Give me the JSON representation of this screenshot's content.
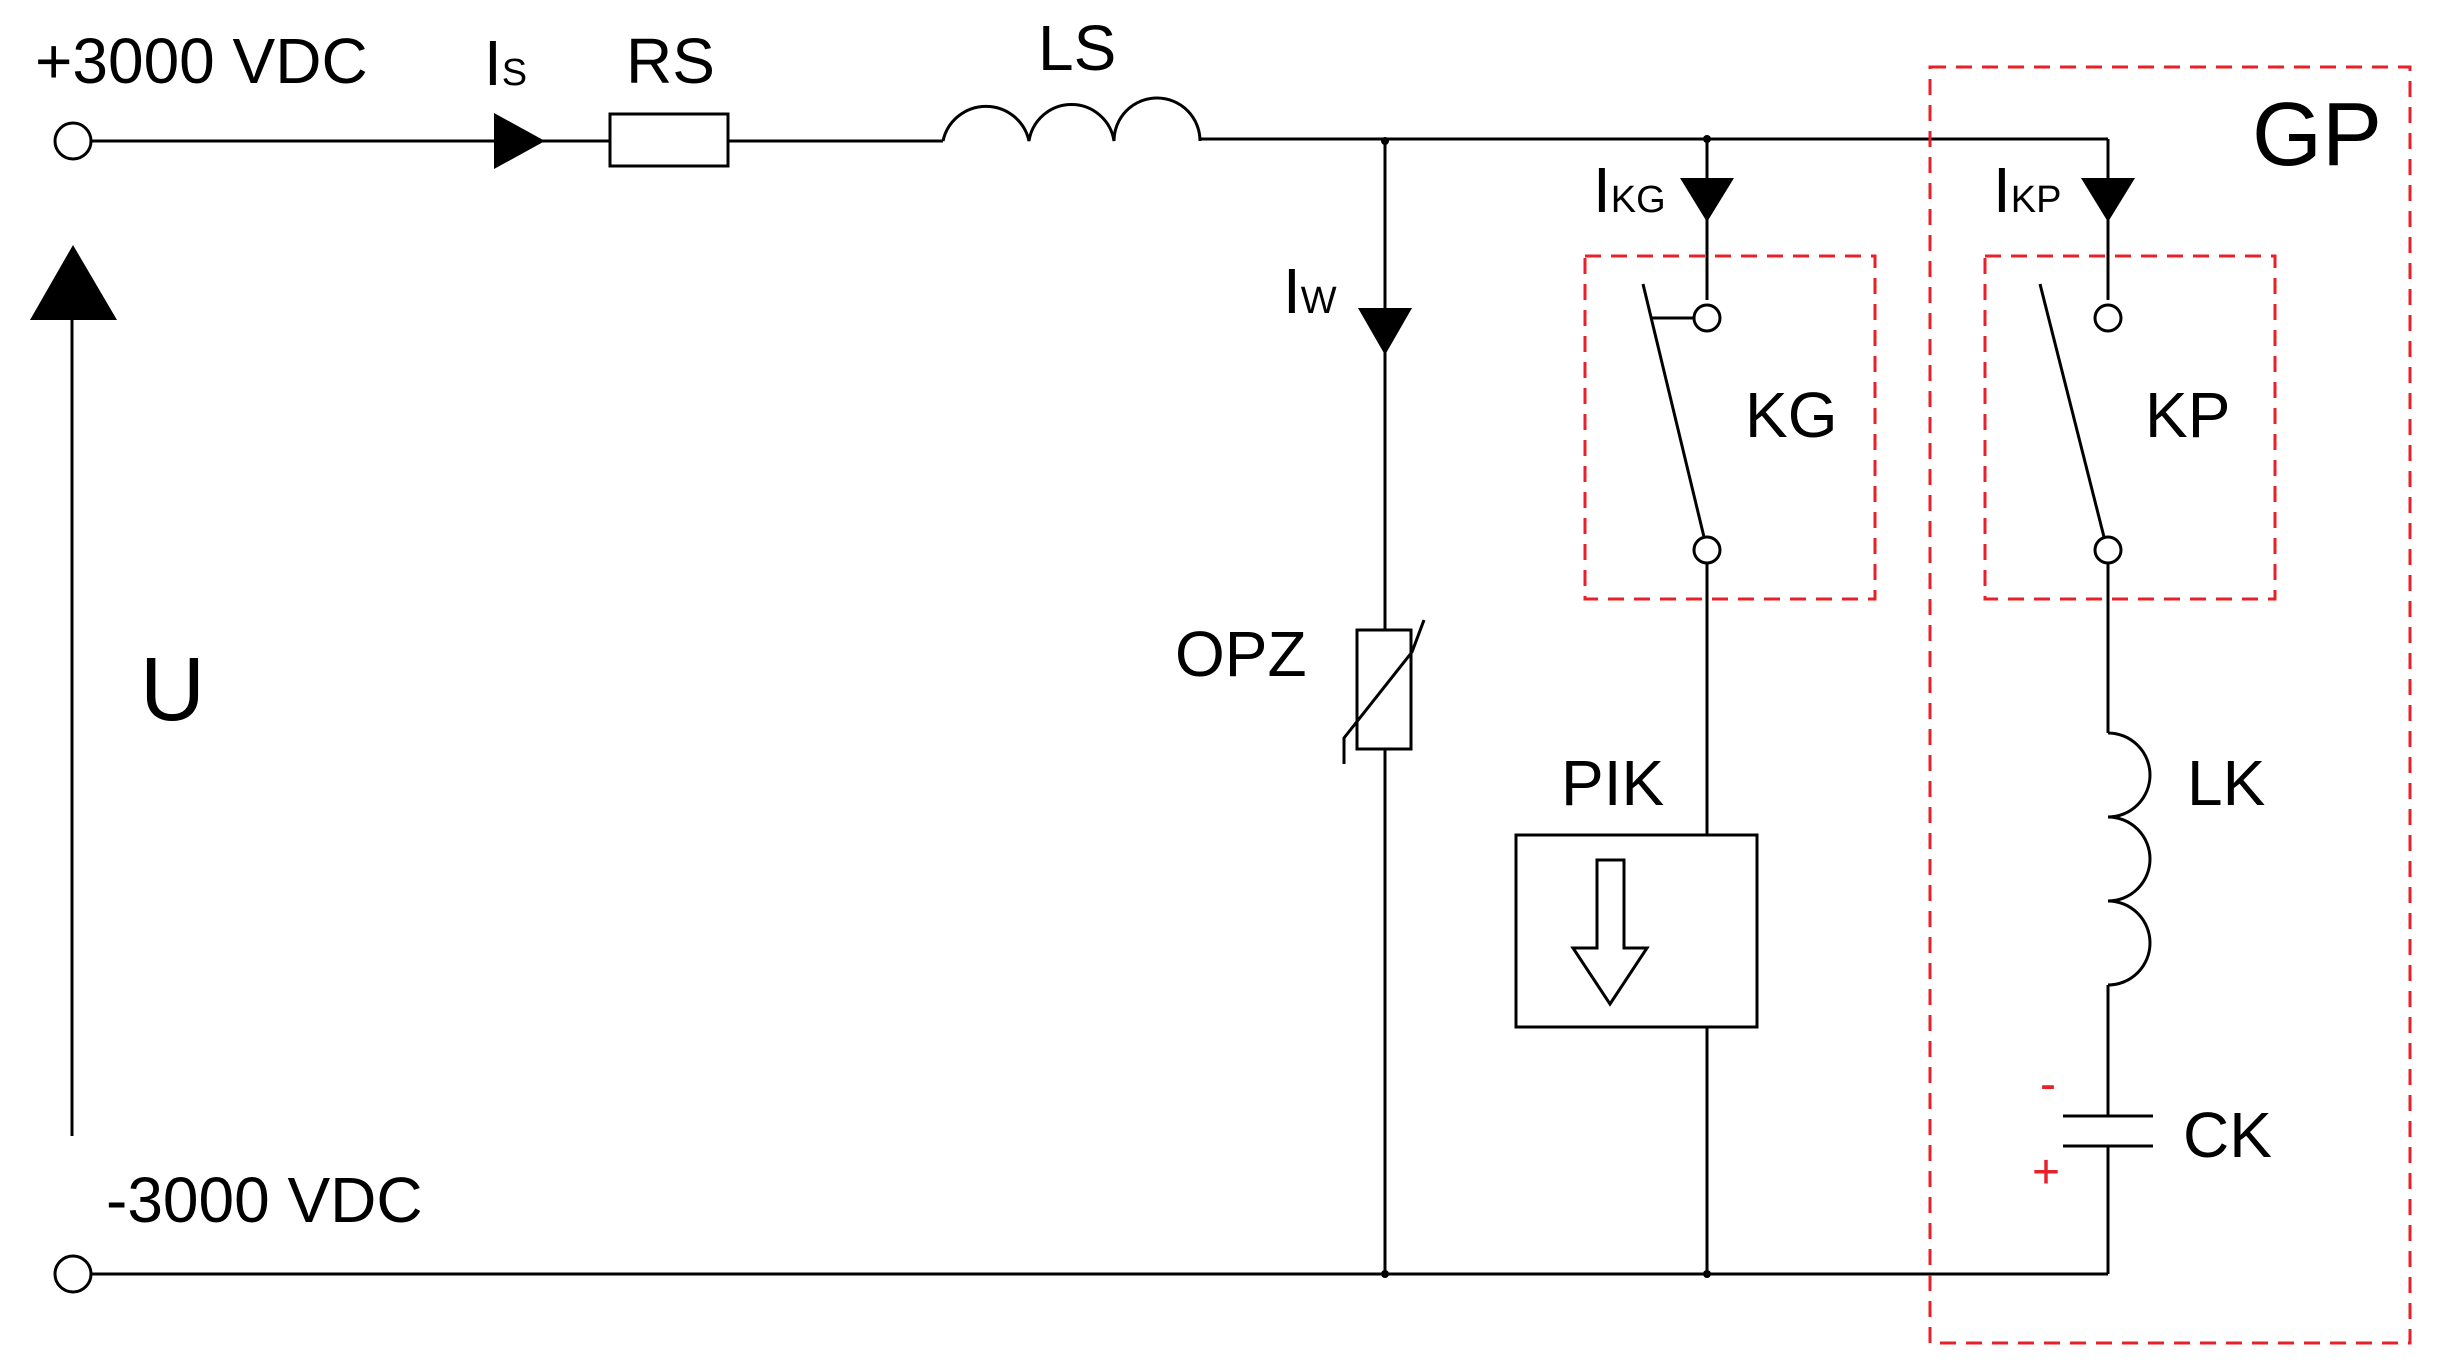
{
  "labels": {
    "supply_positive": "+3000 VDC",
    "supply_negative": "-3000 VDC",
    "voltage": "U",
    "resistor": "RS",
    "inductor_line": "LS",
    "varistor": "OPZ",
    "switch_main": "KG",
    "switch_aux": "KP",
    "indicator": "PIK",
    "inductor_k": "LK",
    "capacitor_k": "CK",
    "group": "GP",
    "cap_minus": "-",
    "cap_plus": "+"
  },
  "currents": {
    "is": {
      "main": "I",
      "sub": "S"
    },
    "iw": {
      "main": "I",
      "sub": "W"
    },
    "ikg": {
      "main": "I",
      "sub": "KG"
    },
    "ikp": {
      "main": "I",
      "sub": "KP"
    }
  },
  "colors": {
    "wire": "#000000",
    "dashed_box": "#e8202a",
    "polarity": "#e8202a",
    "background": "#ffffff"
  }
}
